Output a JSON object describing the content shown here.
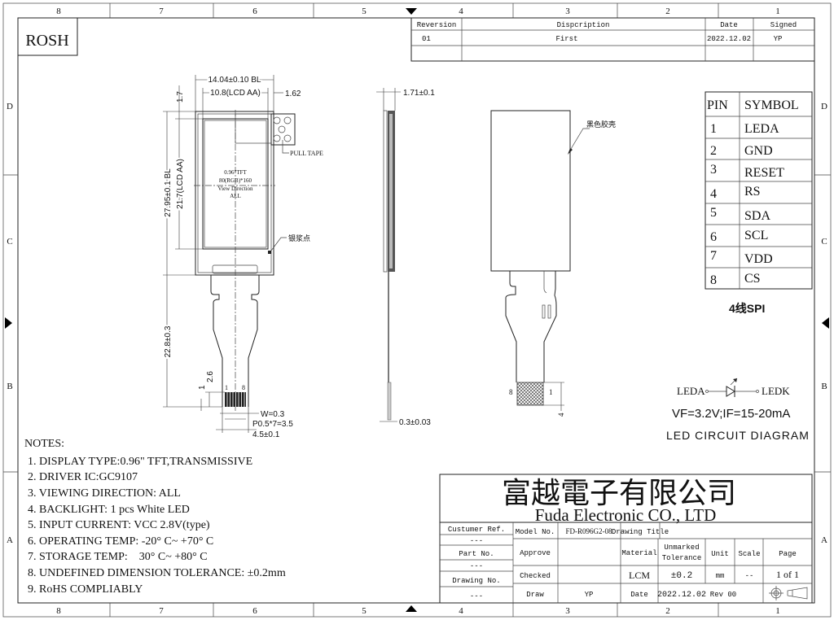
{
  "border": {
    "columns": [
      "8",
      "7",
      "6",
      "5",
      "4",
      "3",
      "2",
      "1"
    ],
    "rows": [
      "D",
      "C",
      "B",
      "A"
    ]
  },
  "logo": "ROSH",
  "revision_table": {
    "headers": [
      "Reversion",
      "Dispcription",
      "Date",
      "Signed"
    ],
    "rows": [
      [
        "01",
        "First",
        "2022.12.02",
        "YP"
      ]
    ]
  },
  "front_view": {
    "width_bl": "14.04±0.10 BL",
    "width_aa": "10.8(LCD AA)",
    "offset_right": "1.62",
    "offset_top": "1.7",
    "height_bl": "27.95±0.1 BL",
    "height_aa": "21.7(LCD AA)",
    "fpc_length": "22.8±0.3",
    "pad_height": "2.6",
    "pad_offset": "1",
    "pin_first": "1",
    "pin_last": "8",
    "pad_width": "W=0.3",
    "pitch": "P0.5*7=3.5",
    "fpc_width": "4.5±0.1",
    "pull_tape": "PULL TAPE",
    "glue_point": "银浆点",
    "screen_lines": [
      "0.96\"TFT",
      "80(RGB)*160",
      "View Direction",
      "ALL"
    ]
  },
  "side_view": {
    "thickness": "1.71±0.1",
    "fpc_thickness": "0.3±0.03"
  },
  "back_view": {
    "housing_label": "黑色胶壳",
    "pin_first": "8",
    "pin_last": "1",
    "pad_dim": "4"
  },
  "pin_table": {
    "headers": [
      "PIN",
      "SYMBOL"
    ],
    "rows": [
      [
        "1",
        "LEDA"
      ],
      [
        "2",
        "GND"
      ],
      [
        "3",
        "RESET"
      ],
      [
        "4",
        "RS"
      ],
      [
        "5",
        "SDA"
      ],
      [
        "6",
        "SCL"
      ],
      [
        "7",
        "VDD"
      ],
      [
        "8",
        "CS"
      ]
    ],
    "interface": "4线SPI"
  },
  "led_circuit": {
    "anode": "LEDA",
    "cathode": "LEDK",
    "spec": "VF=3.2V;IF=15-20mA",
    "title": "LED CIRCUIT DIAGRAM"
  },
  "notes": {
    "title": "NOTES:",
    "items": [
      "1. DISPLAY TYPE:0.96\" TFT,TRANSMISSIVE",
      "2. DRIVER IC:GC9107",
      "3. VIEWING DIRECTION: ALL",
      "4. BACKLIGHT: 1 pcs White LED",
      "5. INPUT CURRENT: VCC 2.8V(type)",
      "6. OPERATING TEMP: -20° C~ +70° C",
      "7. STORAGE TEMP:    30° C~ +80° C",
      "8. UNDEFINED DIMENSION TOLERANCE: ±0.2mm",
      "9. RoHS COMPLIABLY"
    ]
  },
  "title_block": {
    "company_cn": "富越電子有限公司",
    "company_en": "Fuda Electronic CO., LTD",
    "customer_ref_label": "Custumer Ref.",
    "customer_ref": "---",
    "part_no_label": "Part No.",
    "part_no": "---",
    "drawing_no_label": "Drawing No.",
    "drawing_no": "---",
    "model_no_label": "Model No.",
    "model_no": "FD-R096G2-08",
    "drawing_title_label": "Drawing Title",
    "approve_label": "Approve",
    "checked_label": "Checked",
    "draw_label": "Draw",
    "draw": "YP",
    "material_label": "Material",
    "material": "LCM",
    "tolerance_label_1": "Unmarked",
    "tolerance_label_2": "Tolerance",
    "tolerance": "±0.2",
    "unit_label": "Unit",
    "unit": "mm",
    "scale_label": "Scale",
    "scale": "--",
    "page_label": "Page",
    "page": "1 of 1",
    "date_label": "Date",
    "date": "2022.12.02",
    "rev": "Rev 00"
  }
}
